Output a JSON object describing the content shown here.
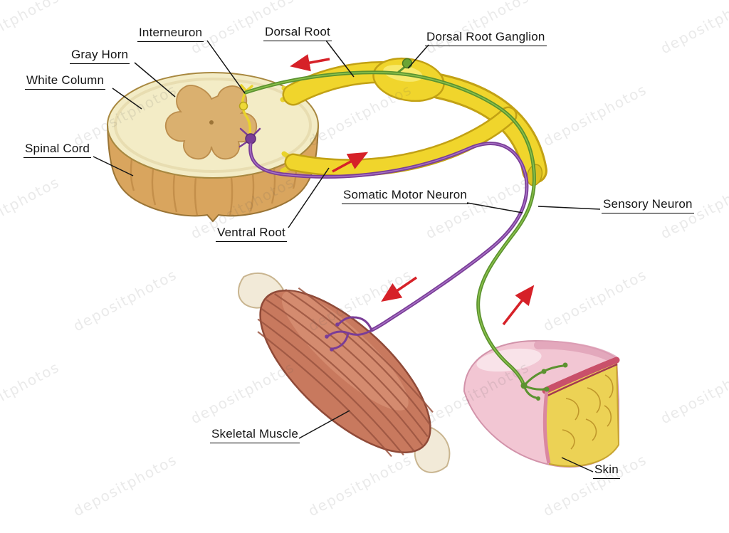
{
  "watermark": {
    "text": "depositphotos"
  },
  "labels": {
    "interneuron": "Interneuron",
    "dorsal_root": "Dorsal Root",
    "dorsal_root_ganglion": "Dorsal Root Ganglion",
    "gray_horn": "Gray Horn",
    "white_column": "White Column",
    "spinal_cord": "Spinal Cord",
    "ventral_root": "Ventral Root",
    "somatic_motor_neuron": "Somatic Motor Neuron",
    "sensory_neuron": "Sensory Neuron",
    "skeletal_muscle": "Skeletal Muscle",
    "skin": "Skin"
  },
  "arrows": [
    {
      "id": "dorsal-root-signal",
      "direction": "left"
    },
    {
      "id": "ventral-root-signal",
      "direction": "up-right"
    },
    {
      "id": "motor-signal",
      "direction": "down-left"
    },
    {
      "id": "sensory-signal",
      "direction": "up-right"
    }
  ],
  "colors": {
    "arrow": "#d62128",
    "nerve_root": "#f0d52c",
    "sensory_neuron": "#5c9330",
    "motor_neuron": "#7a3d97",
    "muscle": "#c8795e",
    "spinal_cord_body": "#d9a55e",
    "white_matter": "#f3ecc6",
    "gray_matter": "#dab06f",
    "skin_pink": "#f2c6d3",
    "skin_fat": "#ecd255"
  }
}
